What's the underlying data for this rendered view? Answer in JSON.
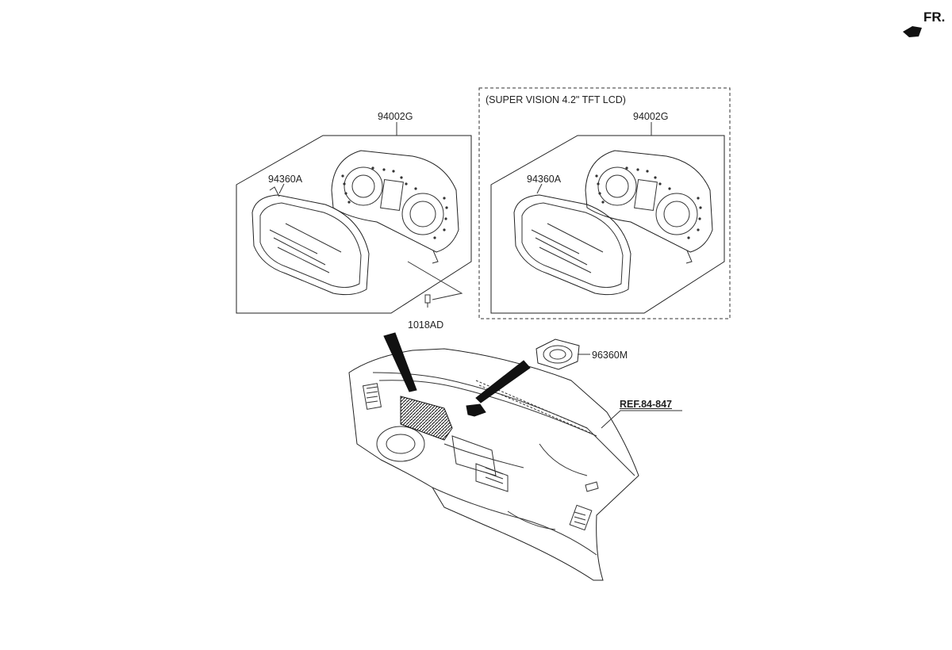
{
  "orientation": {
    "text": "FR."
  },
  "groups": [
    {
      "assembly": "94002G",
      "lens": "94360A"
    },
    {
      "heading": "(SUPER VISION 4.2\" TFT LCD)",
      "assembly": "94002G",
      "lens": "94360A"
    }
  ],
  "screw": "1018AD",
  "speaker": "96360M",
  "reference": "REF.84-847"
}
